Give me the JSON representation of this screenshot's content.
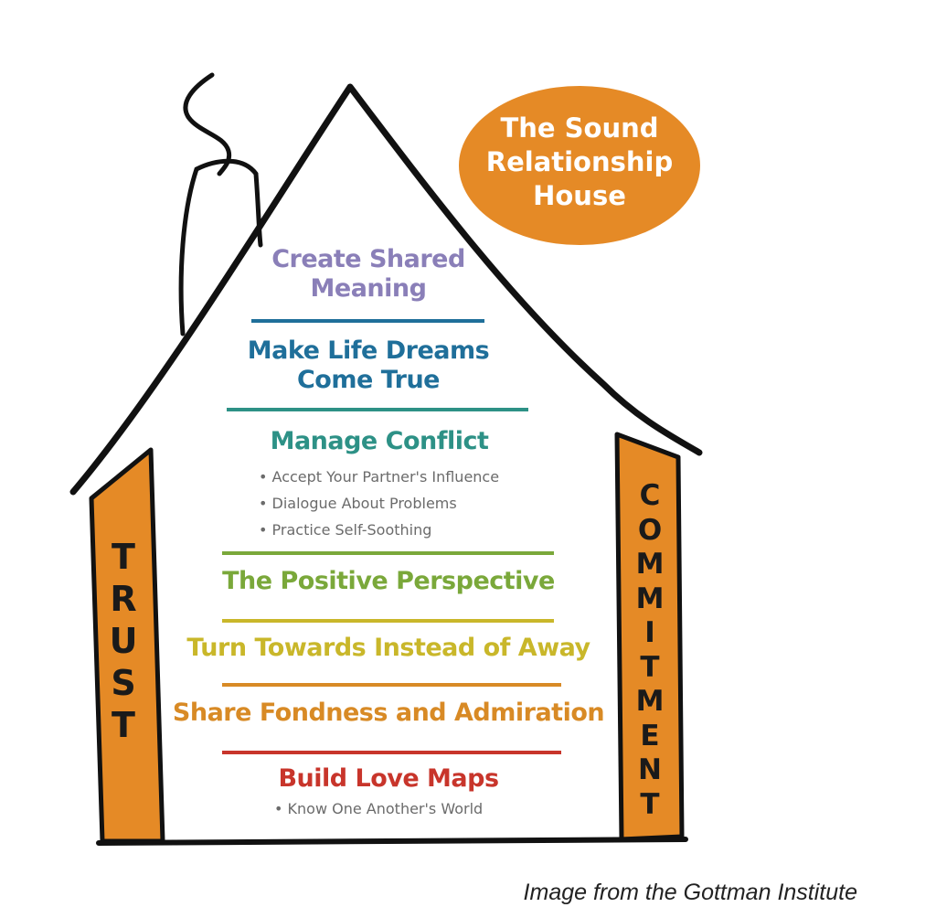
{
  "colors": {
    "orange": "#e58a26",
    "outline": "#111111",
    "purple": "#8a7fb8",
    "blue": "#1f6f9a",
    "teal": "#2d9186",
    "green": "#7aa83a",
    "gold": "#c9b72a",
    "dark_orange": "#d88a25",
    "red": "#c8352b"
  },
  "badge": {
    "title": "The Sound Relationship House"
  },
  "pillars": {
    "left": "TRUST",
    "right": "COMMITMENT"
  },
  "levels": [
    {
      "title": "Create Shared Meaning"
    },
    {
      "title": "Make Life Dreams Come True"
    },
    {
      "title": "Manage Conflict",
      "items": [
        "Accept Your Partner's Influence",
        "Dialogue About Problems",
        "Practice Self-Soothing"
      ]
    },
    {
      "title": "The Positive Perspective"
    },
    {
      "title": "Turn Towards Instead of Away"
    },
    {
      "title": "Share Fondness and Admiration"
    },
    {
      "title": "Build Love Maps",
      "items": [
        "Know One Another's World"
      ]
    }
  ],
  "credit": "Image from the Gottman Institute"
}
